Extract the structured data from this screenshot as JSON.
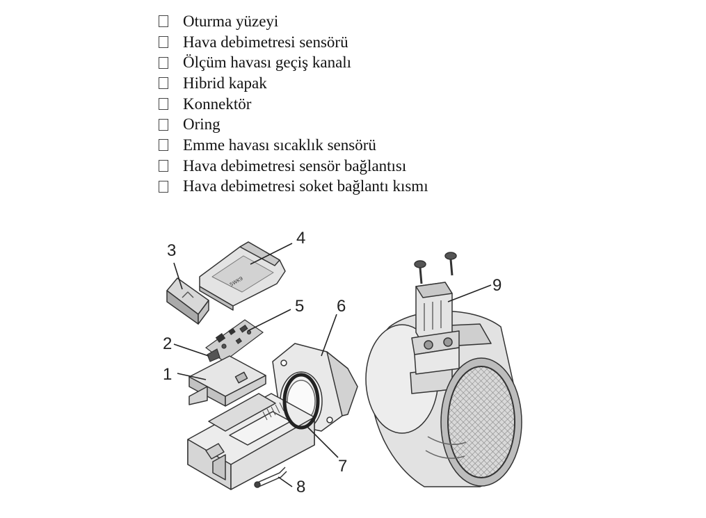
{
  "legend": {
    "items": [
      {
        "label": "Oturma yüzeyi"
      },
      {
        "label": "Hava debimetresi sensörü"
      },
      {
        "label": "Ölçüm havası geçiş kanalı"
      },
      {
        "label": "Hibrid kapak"
      },
      {
        "label": "Konnektör"
      },
      {
        "label": "Oring"
      },
      {
        "label": "Emme havası sıcaklık sensörü"
      },
      {
        "label": "Hava debimetresi sensör bağlantısı"
      },
      {
        "label": "Hava debimetresi soket bağlantı kısmı"
      }
    ]
  },
  "diagram": {
    "callouts": [
      "1",
      "2",
      "3",
      "4",
      "5",
      "6",
      "7",
      "8",
      "9"
    ],
    "chip_text": "5WK9"
  }
}
